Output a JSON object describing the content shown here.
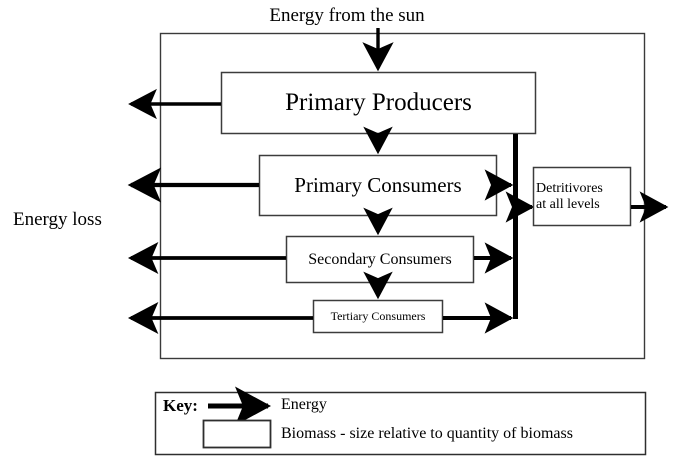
{
  "diagram": {
    "title_label": "Energy from the sun",
    "energy_loss_label": "Energy loss",
    "boxes": [
      {
        "id": "primary-producers",
        "label": "Primary Producers"
      },
      {
        "id": "primary-consumers",
        "label": "Primary Consumers"
      },
      {
        "id": "secondary-consumers",
        "label": "Secondary Consumers"
      },
      {
        "id": "tertiary-consumers",
        "label": "Tertiary Consumers"
      },
      {
        "id": "detritivores",
        "label_line1": "Detritivores",
        "label_line2": "at all levels"
      }
    ],
    "colors": {
      "stroke": "#000000",
      "background": "#ffffff",
      "box_fill": "#ffffff",
      "frame": "#3a3a3a"
    }
  },
  "key": {
    "title": "Key:",
    "energy_label": "Energy",
    "biomass_label": "Biomass - size relative to quantity of biomass"
  }
}
